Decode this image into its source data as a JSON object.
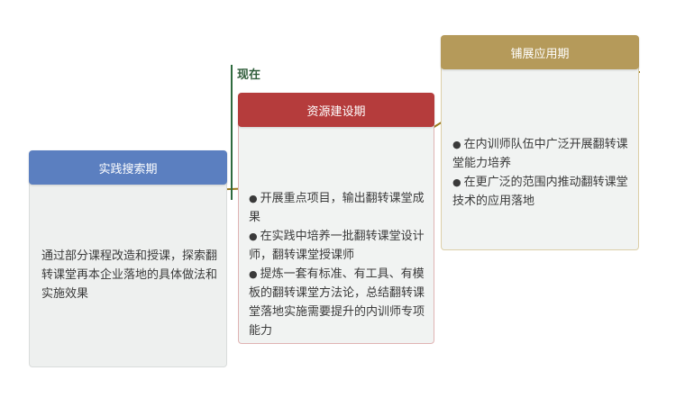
{
  "now_label": "现在",
  "stages": [
    {
      "title": "实践搜索期",
      "color": "#5b7fc0",
      "items": [],
      "text": "通过部分课程改造和授课，探索翻转课堂再本企业落地的具体做法和实施效果"
    },
    {
      "title": "资源建设期",
      "color": "#b53c3c",
      "items": [
        "开展重点项目，输出翻转课堂成果",
        "在实践中培养一批翻转课堂设计师，翻转课堂授课师",
        "提炼一套有标准、有工具、有模板的翻转课堂方法论，总结翻转课堂落地实施需要提升的内训师专项能力"
      ]
    },
    {
      "title": "铺展应用期",
      "color": "#b59a5a",
      "items": [
        "在内训师队伍中广泛开展翻转课堂能力培养",
        "在更广泛的范围内推动翻转课堂技术的应用落地"
      ]
    }
  ],
  "curve_color": "#9a7a1e",
  "now_color": "#2f6b3f"
}
